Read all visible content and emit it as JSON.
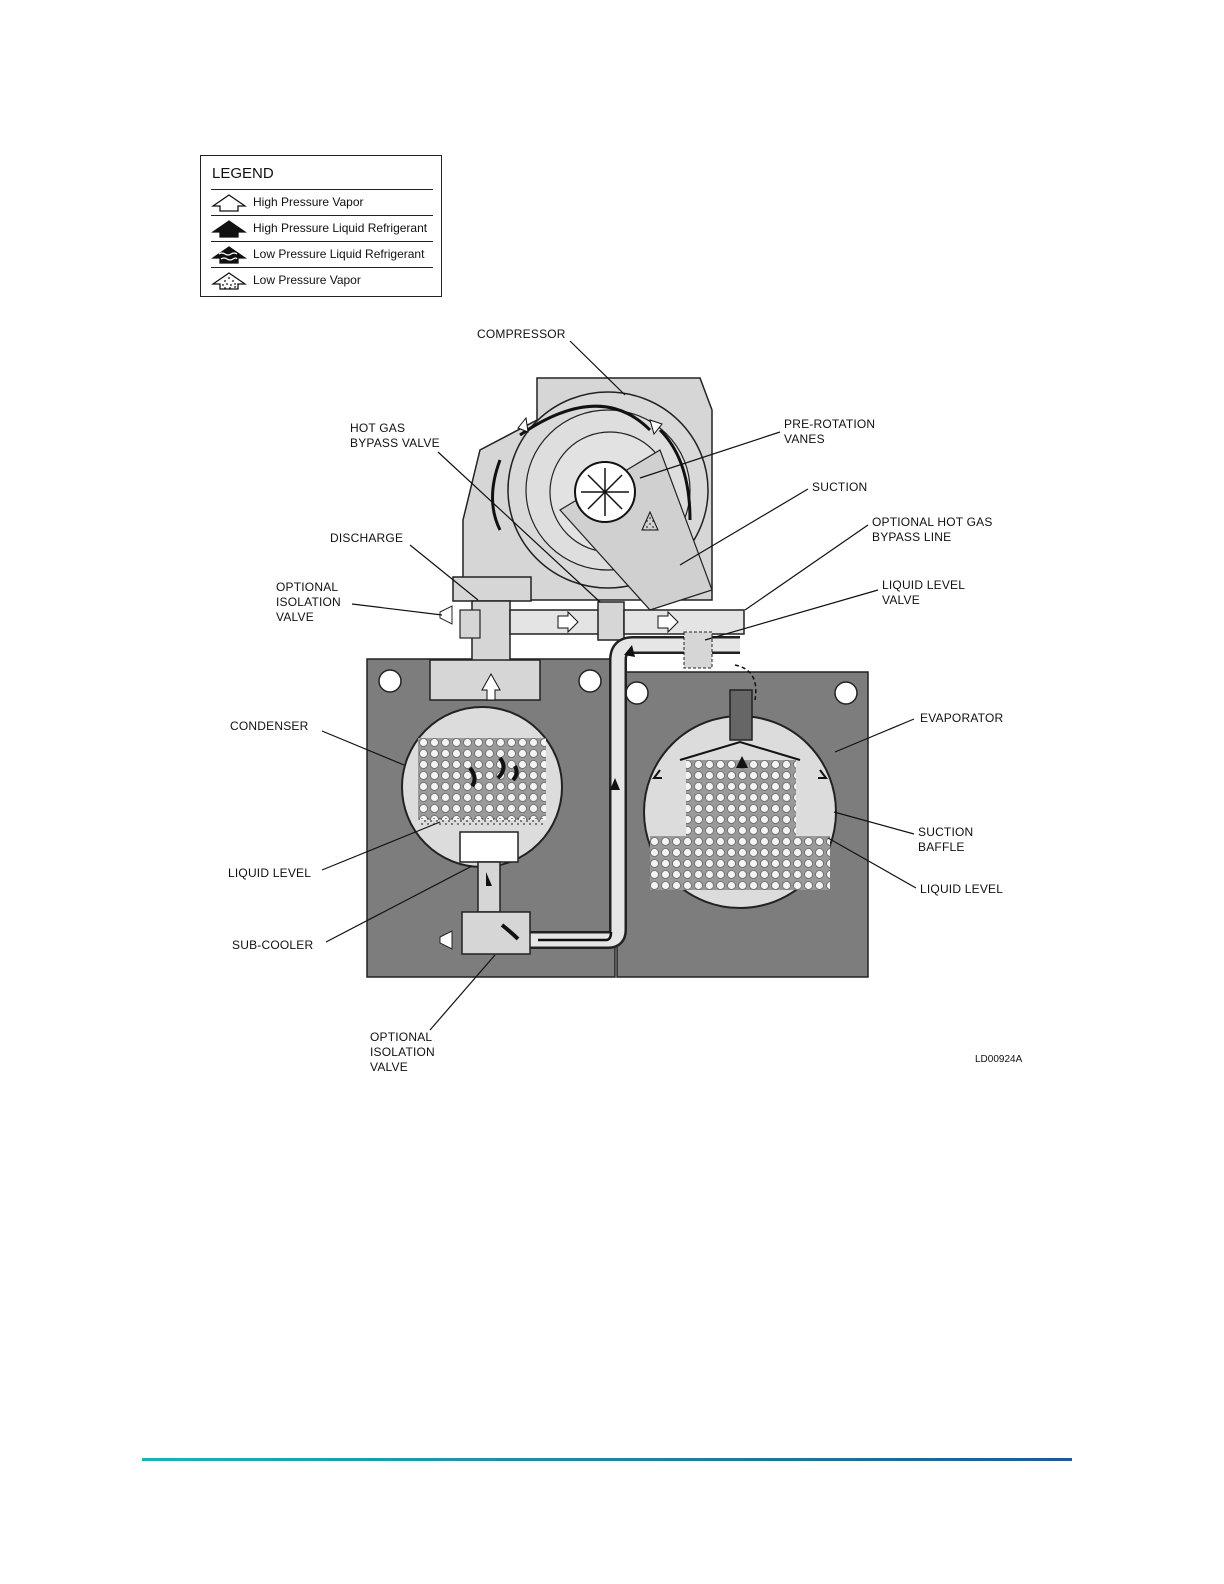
{
  "legend": {
    "title": "LEGEND",
    "items": [
      {
        "label": "High Pressure Vapor",
        "icon": "hollow-arrow-icon"
      },
      {
        "label": "High Pressure Liquid Refrigerant",
        "icon": "solid-arrow-icon"
      },
      {
        "label": "Low Pressure Liquid Refrigerant",
        "icon": "wavy-arrow-icon"
      },
      {
        "label": "Low Pressure Vapor",
        "icon": "dotted-arrow-icon"
      }
    ]
  },
  "labels": {
    "compressor": "COMPRESSOR",
    "hot_gas_bypass_valve": [
      "HOT GAS",
      "BYPASS VALVE"
    ],
    "pre_rotation_vanes": [
      "PRE-ROTATION",
      "VANES"
    ],
    "suction": "SUCTION",
    "optional_hot_gas_bypass_line": [
      "OPTIONAL HOT GAS",
      "BYPASS LINE"
    ],
    "discharge": "DISCHARGE",
    "optional_isolation_valve_top": [
      "OPTIONAL",
      "ISOLATION",
      "VALVE"
    ],
    "liquid_level_valve": [
      "LIQUID LEVEL",
      "VALVE"
    ],
    "condenser": "CONDENSER",
    "evaporator": "EVAPORATOR",
    "suction_baffle": [
      "SUCTION",
      "BAFFLE"
    ],
    "liquid_level_left": "LIQUID LEVEL",
    "liquid_level_right": "LIQUID LEVEL",
    "sub_cooler": "SUB-COOLER",
    "optional_isolation_valve_bottom": [
      "OPTIONAL",
      "ISOLATION",
      "VALVE"
    ]
  },
  "figure_code": "LD00924A",
  "colors": {
    "panel": "#7d7d7d",
    "body": "#d6d6d6",
    "line": "#1a1a1a",
    "rule_start": "#1bb3b3",
    "rule_end": "#1b5a96"
  }
}
